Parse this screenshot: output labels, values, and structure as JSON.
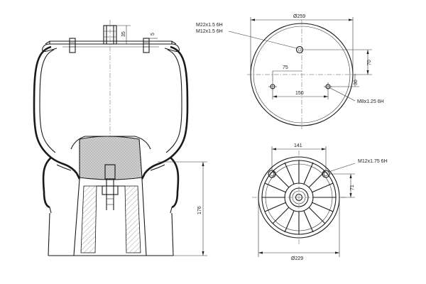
{
  "side_view": {
    "dim_35": "35",
    "dim_5": "5",
    "dim_176": "176"
  },
  "top_view": {
    "diameter_259": "Ø259",
    "thread_m22": "M22x1.5 6H",
    "thread_m12": "M12x1.5 6H",
    "dim_75": "75",
    "dim_70": "70",
    "dim_30": "30",
    "dim_150": "150",
    "thread_m8": "M8x1.25 6H"
  },
  "bottom_view": {
    "dim_141": "141",
    "thread_m12_175": "M12x1.75 6H",
    "dim_71": "71",
    "diameter_229": "Ø229"
  }
}
